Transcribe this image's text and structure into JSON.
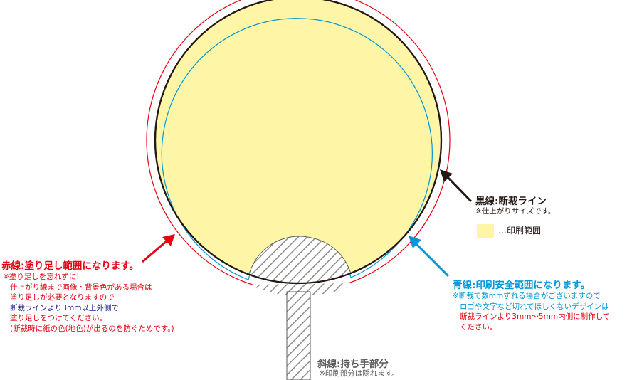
{
  "colors": {
    "bleed_line": "#e60012",
    "cut_line": "#231815",
    "safe_line": "#0097d8",
    "print_fill": "#fff5a6",
    "hatch": "#8c8c8c",
    "handle_note": "#595757"
  },
  "black_line": {
    "title": "黒線:断裁ライン",
    "note": "※仕上がりサイズです。",
    "legend": "…印刷範囲"
  },
  "red_line": {
    "title": "赤線:塗り足し範囲になります。",
    "notes": [
      "※塗り足しを忘れずに!",
      "仕上がり線まで画像・背景色がある場合は",
      "塗り足しが必要となりますので",
      "断裁ラインより3mm以上外側で",
      "塗り足しをつけてください。",
      "(断裁時に紙の色(地色)が出るのを防ぐためです。)"
    ]
  },
  "blue_line": {
    "title": "青線:印刷安全範囲になります。",
    "notes": [
      "※断裁で数mmずれる場合がございますので",
      "ロゴや文字など切れてほしくないデザインは",
      "断裁ラインより3mm〜5mm内側に制作してください。"
    ],
    "notes_break": [
      "断裁ラインより3mm〜5mm内側に制作して",
      "ください。"
    ]
  },
  "hatch_line": {
    "title": "斜線:持ち手部分",
    "note": "※印刷部分は隠れます。"
  }
}
